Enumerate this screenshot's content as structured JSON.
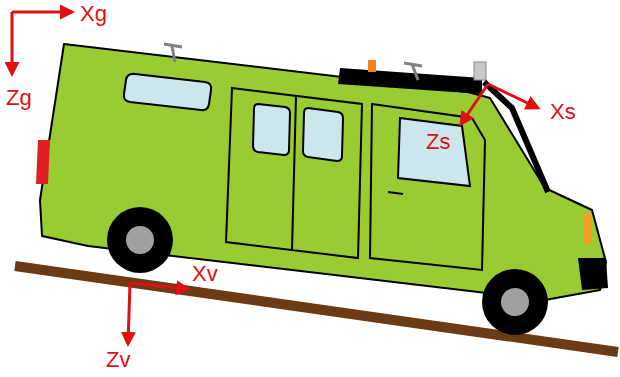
{
  "diagram": {
    "labels": [
      "Xg",
      "Zg",
      "Xv",
      "Zv",
      "Xs",
      "Zs"
    ]
  }
}
